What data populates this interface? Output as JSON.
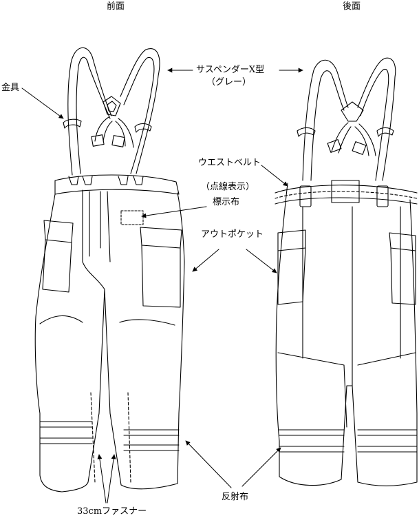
{
  "labels": {
    "front": "前面",
    "back": "後面",
    "metal": "金具",
    "suspender": "サスペンダーX型",
    "suspender_sub": "（グレー）",
    "waist_belt": "ウエストベルト",
    "dotted_note": "（点線表示）",
    "tag_cloth": "標示布",
    "out_pocket": "アウトポケット",
    "reflective": "反射布",
    "zipper": "33cmファスナー"
  }
}
